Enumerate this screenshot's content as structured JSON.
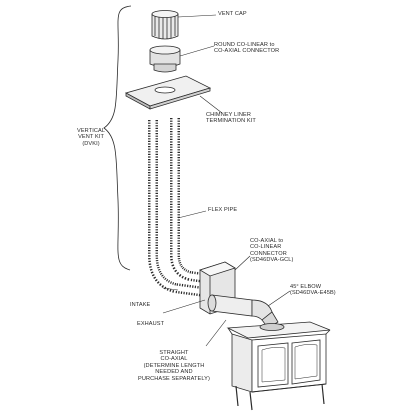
{
  "labels": {
    "vent_cap": "VENT CAP",
    "round_connector": "ROUND CO-LINEAR to\nCO-AXIAL CONNECTOR",
    "termination_kit": "CHIMNEY LINER\nTERMINATION KIT",
    "vertical_kit": "VERTICAL\nVENT KIT\n(DVKI)",
    "flex_pipe": "FLEX PIPE",
    "coaxial_connector": "CO-AXIAL to\nCO-LINEAR\nCONNECTOR\n(SD46DVA-GCL)",
    "elbow": "45° ELBOW\n(SD46DVA-E45B)",
    "intake": "INTAKE",
    "exhaust": "EXHAUST",
    "straight_coaxial": "STRAIGHT\nCO-AXIAL\n(DETERMINE LENGTH\nNEEDED AND\nPURCHASE SEPARATELY)"
  },
  "colors": {
    "line": "#2b2b2b",
    "shade": "#9a9a9a",
    "background": "#ffffff"
  }
}
